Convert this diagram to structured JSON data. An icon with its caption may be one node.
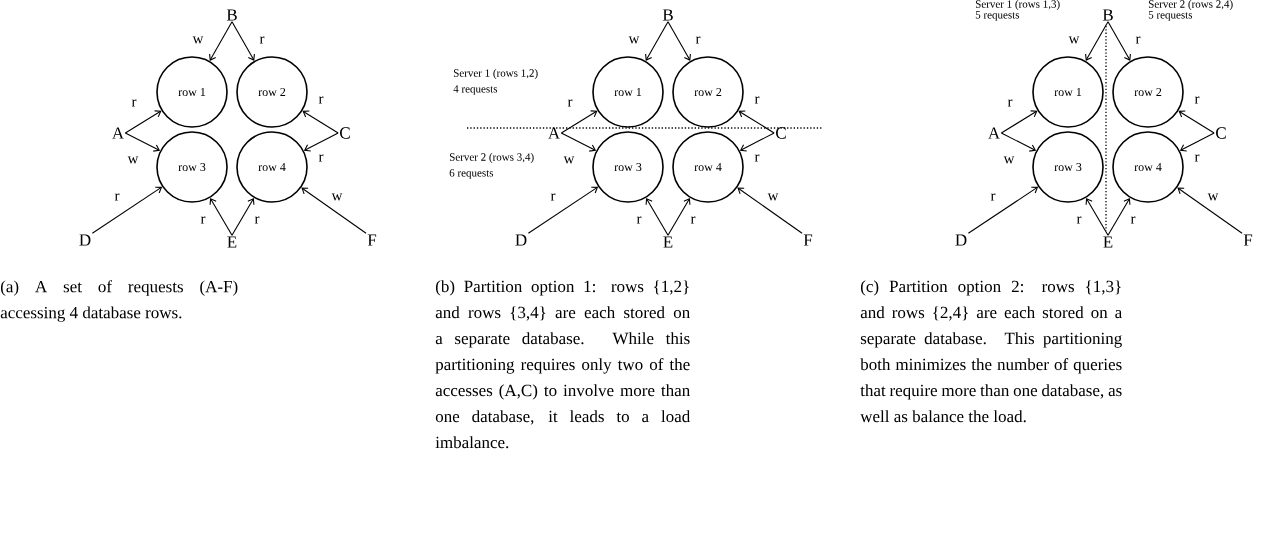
{
  "diagram": {
    "nodes": [
      {
        "text": [
          "B"
        ]
      },
      {
        "text": [
          "row 1"
        ]
      },
      {
        "text": [
          "row 2"
        ]
      },
      {
        "text": [
          "A"
        ]
      },
      {
        "text": [
          "C"
        ]
      },
      {
        "text": [
          "row 3"
        ]
      },
      {
        "text": [
          "row 4"
        ]
      },
      {
        "text": [
          "D"
        ]
      },
      {
        "text": [
          "E"
        ]
      },
      {
        "text": [
          "F"
        ]
      },
      {
        "text": [
          "B"
        ]
      },
      {
        "text": [
          "row 1"
        ]
      },
      {
        "text": [
          "row 2"
        ]
      },
      {
        "text": [
          "A"
        ]
      },
      {
        "text": [
          "C"
        ]
      },
      {
        "text": [
          "row 3"
        ]
      },
      {
        "text": [
          "row 4"
        ]
      },
      {
        "text": [
          "D"
        ]
      },
      {
        "text": [
          "E"
        ]
      },
      {
        "text": [
          "F"
        ]
      },
      {
        "text": [
          "B"
        ]
      },
      {
        "text": [
          "row 1"
        ]
      },
      {
        "text": [
          "row 2"
        ]
      },
      {
        "text": [
          "A"
        ]
      },
      {
        "text": [
          "C"
        ]
      },
      {
        "text": [
          "row 3"
        ]
      },
      {
        "text": [
          "row 4"
        ]
      },
      {
        "text": [
          "D"
        ]
      },
      {
        "text": [
          "E"
        ]
      },
      {
        "text": [
          "F"
        ]
      }
    ],
    "edges": [
      {
        "from": 0,
        "to": 1,
        "arrow": "to",
        "label": "w"
      },
      {
        "from": 0,
        "to": 2,
        "arrow": "to",
        "label": "r"
      },
      {
        "from": 3,
        "to": 1,
        "arrow": "to",
        "label": "r"
      },
      {
        "from": 3,
        "to": 5,
        "arrow": "to",
        "label": "w"
      },
      {
        "from": 4,
        "to": 2,
        "arrow": "to",
        "label": "r"
      },
      {
        "from": 4,
        "to": 6,
        "arrow": "to",
        "label": "r"
      },
      {
        "from": 7,
        "to": 5,
        "arrow": "to",
        "label": "r"
      },
      {
        "from": 8,
        "to": 5,
        "arrow": "to",
        "label": "r"
      },
      {
        "from": 8,
        "to": 6,
        "arrow": "to",
        "label": "r"
      },
      {
        "from": 9,
        "to": 6,
        "arrow": "to",
        "label": "w"
      },
      {
        "from": 10,
        "to": 11,
        "arrow": "to",
        "label": "w"
      },
      {
        "from": 10,
        "to": 12,
        "arrow": "to",
        "label": "r"
      },
      {
        "from": 13,
        "to": 11,
        "arrow": "to",
        "label": "r"
      },
      {
        "from": 13,
        "to": 15,
        "arrow": "to",
        "label": "w"
      },
      {
        "from": 14,
        "to": 12,
        "arrow": "to",
        "label": "r"
      },
      {
        "from": 14,
        "to": 16,
        "arrow": "to",
        "label": "r"
      },
      {
        "from": 17,
        "to": 15,
        "arrow": "to",
        "label": "r"
      },
      {
        "from": 18,
        "to": 15,
        "arrow": "to",
        "label": "r"
      },
      {
        "from": 18,
        "to": 16,
        "arrow": "to",
        "label": "r"
      },
      {
        "from": 19,
        "to": 16,
        "arrow": "to",
        "label": "w"
      },
      {
        "from": 20,
        "to": 21,
        "arrow": "to",
        "label": "w"
      },
      {
        "from": 20,
        "to": 22,
        "arrow": "to",
        "label": "r"
      },
      {
        "from": 23,
        "to": 21,
        "arrow": "to",
        "label": "r"
      },
      {
        "from": 23,
        "to": 25,
        "arrow": "to",
        "label": "w"
      },
      {
        "from": 24,
        "to": 22,
        "arrow": "to",
        "label": "r"
      },
      {
        "from": 24,
        "to": 26,
        "arrow": "to",
        "label": "r"
      },
      {
        "from": 27,
        "to": 25,
        "arrow": "to",
        "label": "r"
      },
      {
        "from": 28,
        "to": 25,
        "arrow": "to",
        "label": "r"
      },
      {
        "from": 28,
        "to": 26,
        "arrow": "to",
        "label": "r"
      },
      {
        "from": 29,
        "to": 26,
        "arrow": "to",
        "label": "w"
      }
    ],
    "labels": [
      "Server 1 (rows 1,2)",
      "4 requests",
      "Server 2 (rows 3,4)",
      "6 requests",
      "Server 1 (rows 1,3)",
      "5 requests",
      "Server 2 (rows 2,4)",
      "5 requests",
      "(a) A set of requests (A-F) accessing 4 database rows.",
      "(b) Partition option 1: rows {1,2} and rows {3,4} are each stored on a separate database. While this partitioning requires only two of the accesses (A,C) to involve more than one database, it leads to a load imbalance.",
      "(c) Partition option 2: rows {1,3} and rows {2,4} are each stored on a separate database. This partitioning both minimizes the number of queries that require more than one database, as well as balance the load."
    ]
  }
}
